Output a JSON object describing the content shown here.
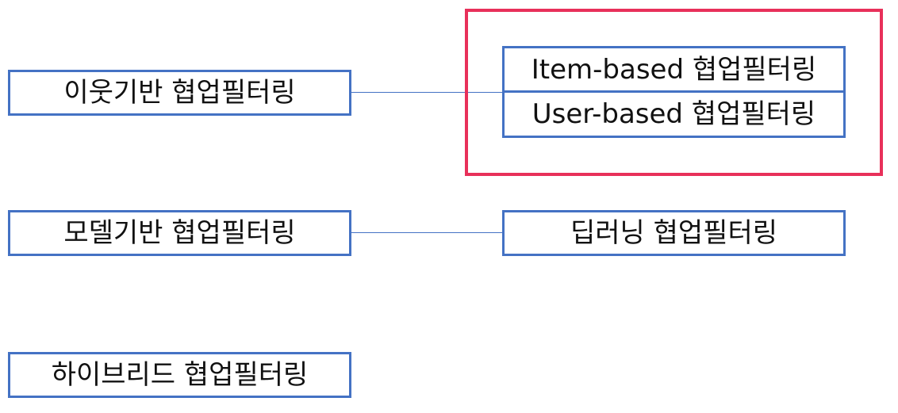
{
  "nodes": {
    "neighbor_based": "이웃기반 협업필터링",
    "model_based": "모델기반 협업필터링",
    "hybrid": "하이브리드 협업필터링",
    "item_based": "Item-based 협업필터링",
    "user_based": "User-based 협업필터링",
    "deep_learning": "딥러닝 협업필터링"
  },
  "colors": {
    "box_border": "#4472c4",
    "connector": "#4472c4",
    "highlight": "#e8305a",
    "text": "#111111",
    "background": "#ffffff"
  }
}
